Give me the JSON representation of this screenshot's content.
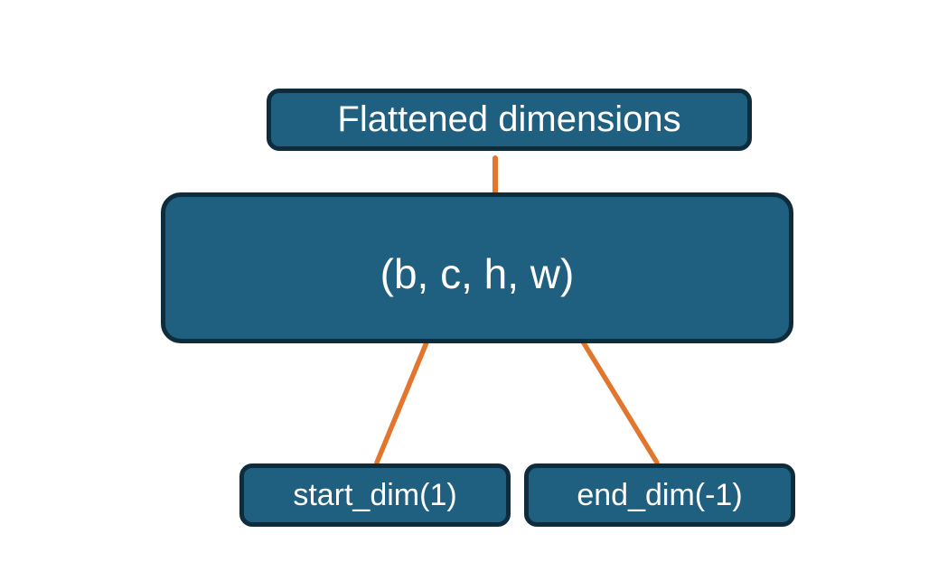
{
  "colors": {
    "box_fill": "#1F5F80",
    "box_border": "#0F2C3C",
    "accent_orange": "#E2762D",
    "text": "#FFFFFF",
    "background": "#FFFFFF"
  },
  "nodes": {
    "flattened": {
      "label": "Flattened dimensions"
    },
    "tensor": {
      "label": "(b, c, h, w)"
    },
    "start_dim": {
      "label": "start_dim(1)"
    },
    "end_dim": {
      "label": "end_dim(-1)"
    }
  },
  "connectors": {
    "brace": "overbrace-from-flattened-label-spanning-c-h-w",
    "start_dim_arrow": "arrow-from-start_dim-box-to-dimension-c",
    "end_dim_arrow": "arrow-from-end_dim-box-to-dimension-w"
  }
}
